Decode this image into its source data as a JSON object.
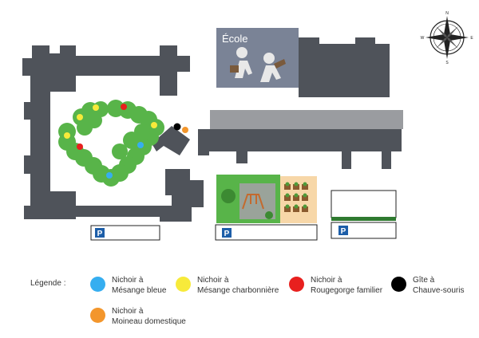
{
  "map": {
    "school_label": "École",
    "parking_label": "P",
    "compass": {
      "n": "N",
      "s": "S",
      "e": "E",
      "w": "W"
    }
  },
  "legend": {
    "title": "Légende :",
    "items": [
      {
        "line1": "Nichoir à",
        "line2": "Mésange bleue",
        "color": "#36aef0"
      },
      {
        "line1": "Nichoir à",
        "line2": "Mésange charbonnière",
        "color": "#f7ea3a"
      },
      {
        "line1": "Nichoir à",
        "line2": "Rougegorge familier",
        "color": "#e8201e"
      },
      {
        "line1": "Gîte à",
        "line2": "Chauve-souris",
        "color": "#000000"
      },
      {
        "line1": "Nichoir à",
        "line2": "Moineau domestique",
        "color": "#f3962c"
      }
    ]
  },
  "colors": {
    "building": "#4f535a",
    "school": "#7a8396",
    "road": "#9a9ca0",
    "garden": "#58b449",
    "playground": "#4c9a3f",
    "parking_badge": "#1d5ea8"
  }
}
